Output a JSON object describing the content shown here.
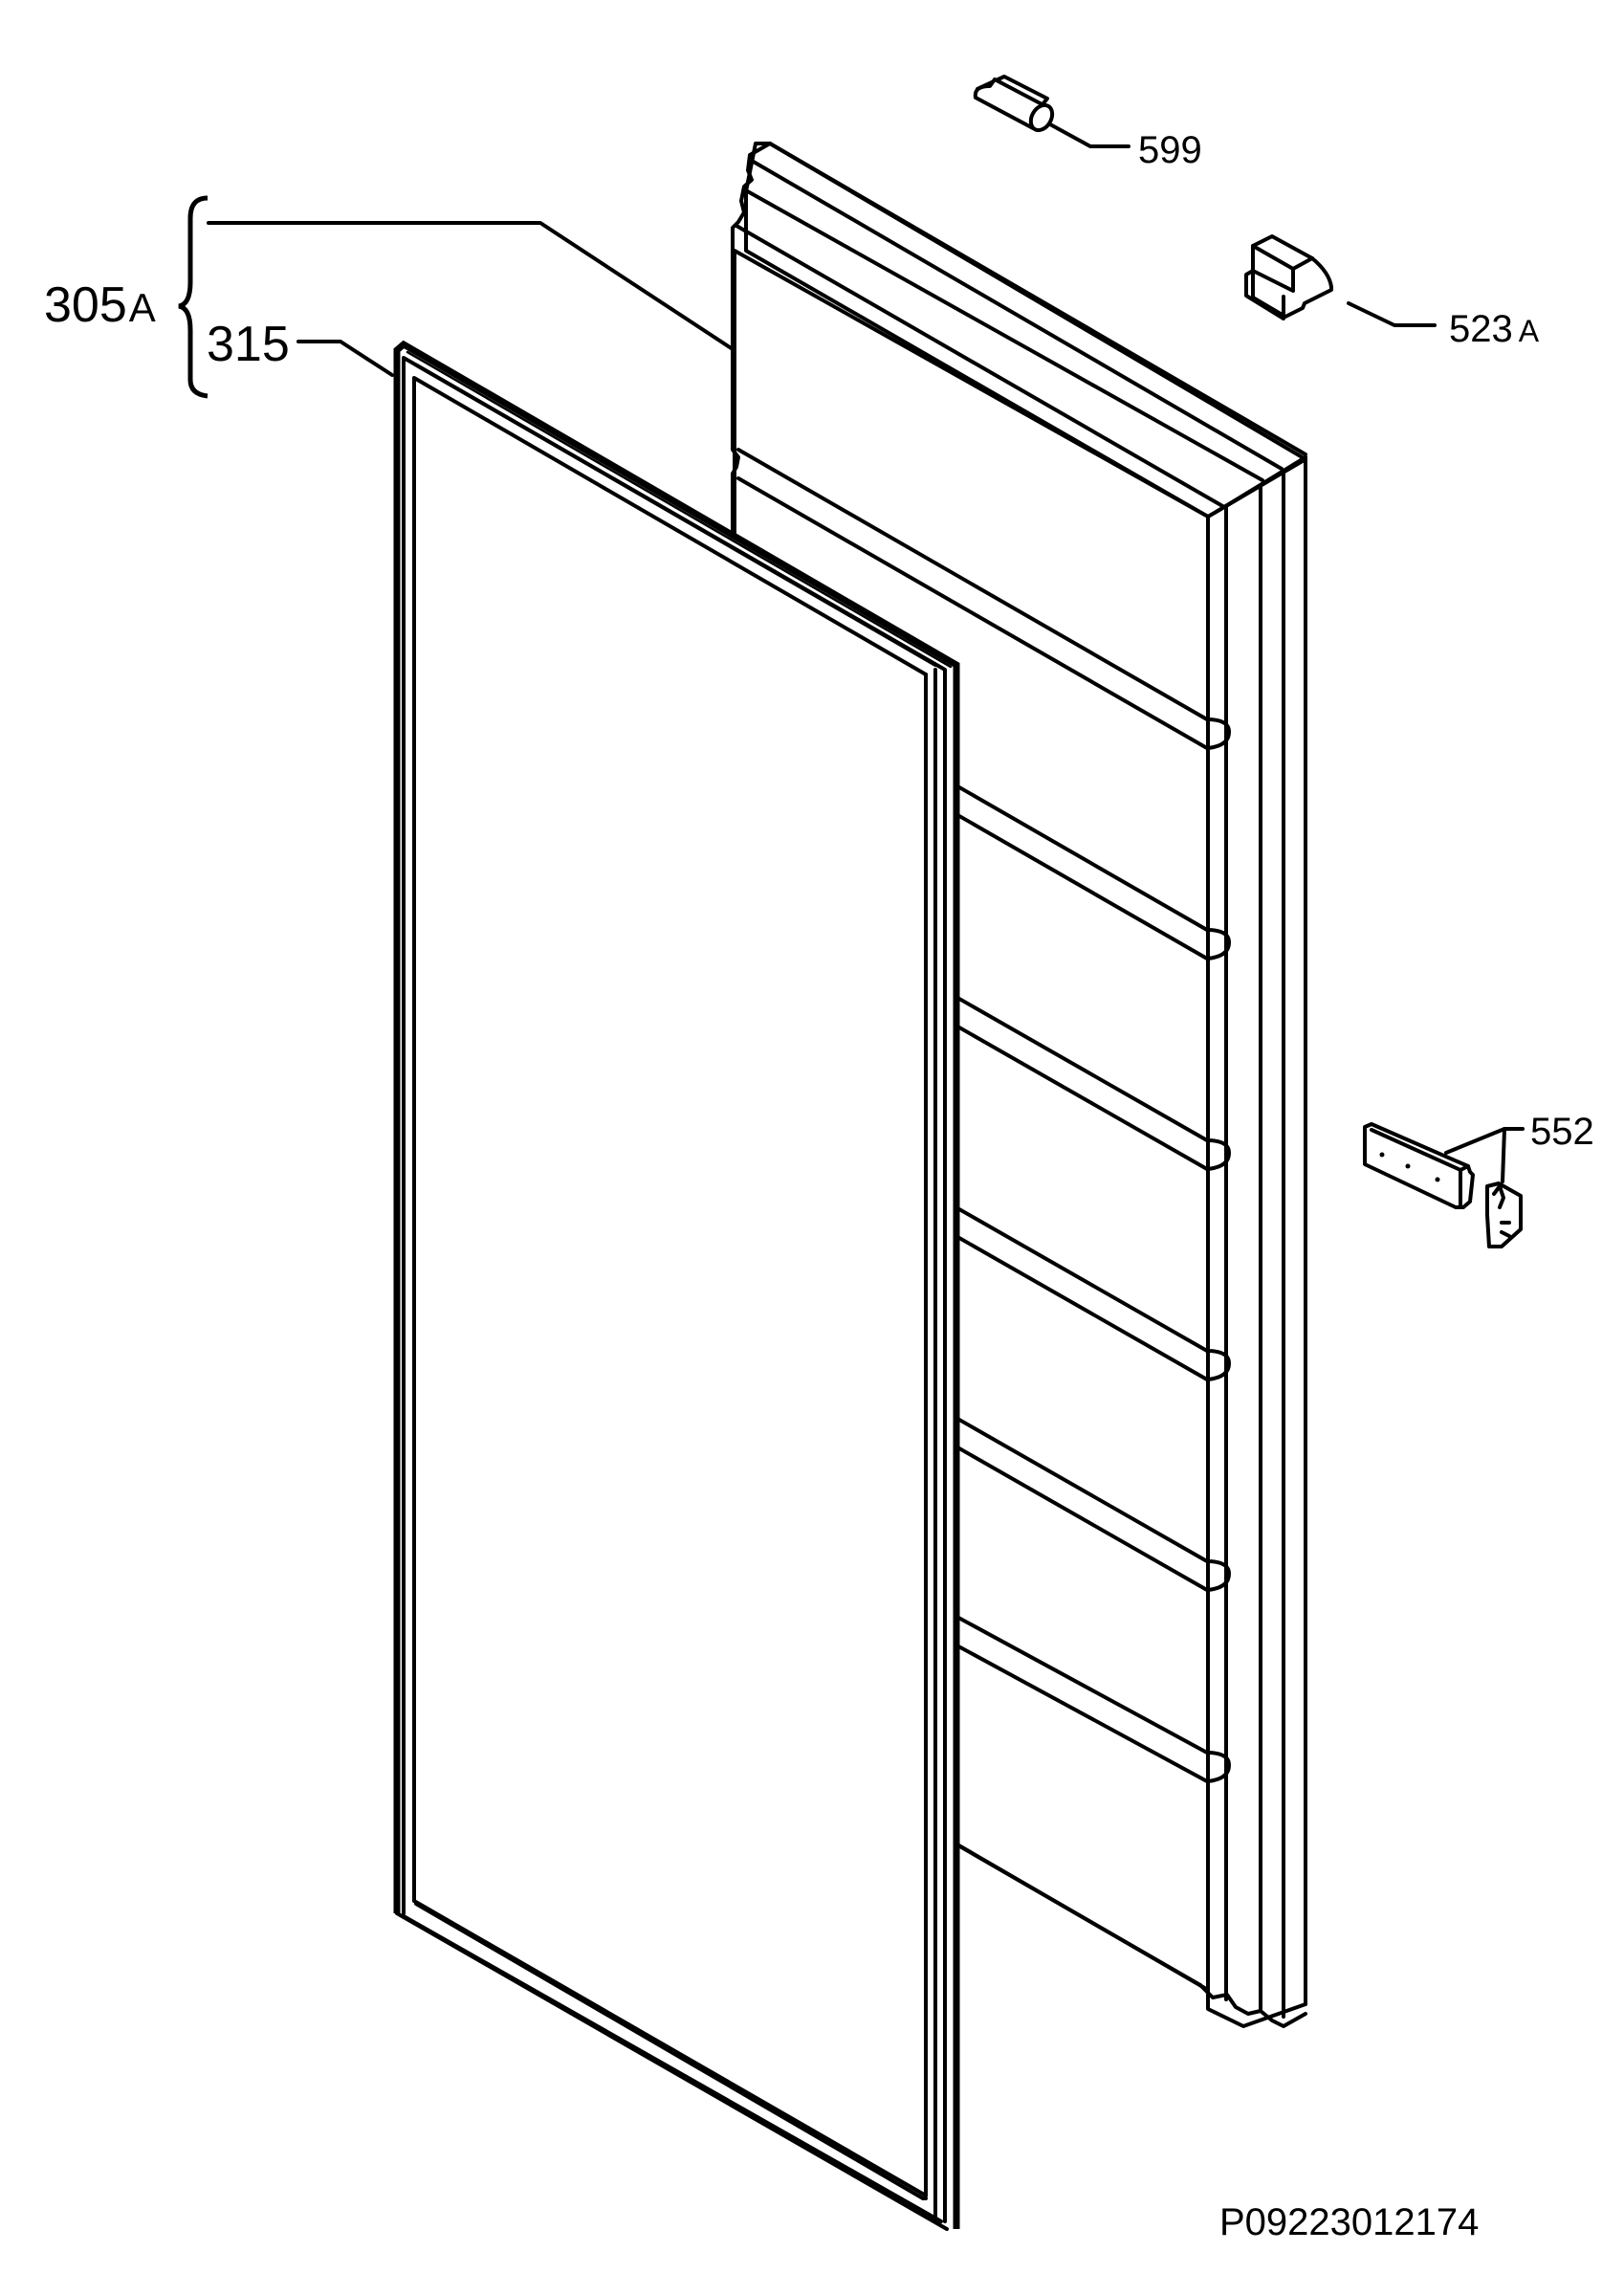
{
  "diagram": {
    "type": "exploded-parts-diagram",
    "subject": "appliance door with door gasket and hinge parts",
    "line_color": "#000000",
    "background": "#ffffff"
  },
  "callouts": [
    {
      "id": "305A",
      "number": "305",
      "suffix": "A",
      "part": "door assembly (bracket group)"
    },
    {
      "id": "315",
      "number": "315",
      "suffix": "",
      "part": "door gasket"
    },
    {
      "id": "599",
      "number": "599",
      "suffix": "",
      "part": "cylindrical pin"
    },
    {
      "id": "523A",
      "number": "523",
      "suffix": "A",
      "part": "door stop block"
    },
    {
      "id": "552",
      "number": "552",
      "suffix": "",
      "part": "hinge bracket set"
    }
  ],
  "drawing_code": "P09223012174"
}
